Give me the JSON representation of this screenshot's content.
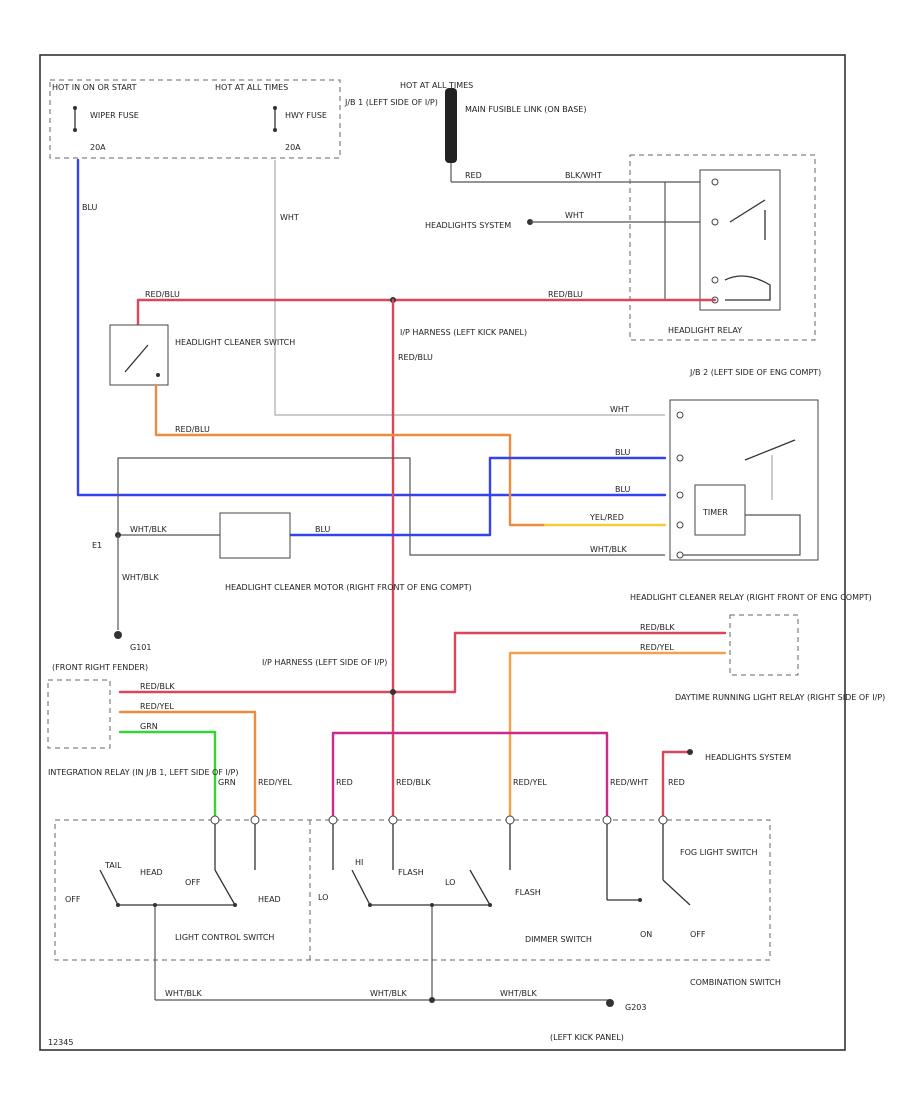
{
  "labels": {
    "hot_run_start": "HOT IN ON OR START",
    "hot_at_all_times_top": "HOT AT ALL TIMES",
    "wiper_fuse": "WIPER FUSE",
    "wiper_fuse_amp": "20A",
    "hwy_fuse": "HWY FUSE",
    "hwy_fuse_amp": "20A",
    "jb1": "J/B 1 (LEFT SIDE OF I/P)",
    "hot_at_all_times_main": "HOT AT ALL TIMES",
    "main_fusible_link": "MAIN FUSIBLE LINK (ON BASE)",
    "headlights_system_top": "HEADLIGHTS SYSTEM",
    "headlight_relay": "HEADLIGHT RELAY",
    "headlight_cleaner_switch": "HEADLIGHT CLEANER SWITCH",
    "ip_harness_left_kick": "I/P HARNESS (LEFT KICK PANEL)",
    "jb2": "J/B 2 (LEFT SIDE OF ENG COMPT)",
    "timer": "TIMER",
    "headlight_cleaner_motor": "HEADLIGHT CLEANER MOTOR (RIGHT FRONT OF ENG COMPT)",
    "headlight_cleaner_relay": "HEADLIGHT CLEANER RELAY (RIGHT FRONT OF ENG COMPT)",
    "ground_c101": "G101",
    "front_right_fender": "(FRONT RIGHT FENDER)",
    "ip_harness_left_side": "I/P HARNESS (LEFT SIDE OF I/P)",
    "drl_relay": "DAYTIME RUNNING LIGHT RELAY (RIGHT SIDE OF I/P)",
    "integration_relay": "INTEGRATION RELAY (IN J/B 1, LEFT SIDE OF I/P)",
    "headlights_system_bottom": "HEADLIGHTS SYSTEM",
    "light_control_switch": "LIGHT CONTROL SWITCH",
    "dimmer_switch": "DIMMER SWITCH",
    "fog_light_switch": "FOG LIGHT SWITCH",
    "combination_switch": "COMBINATION SWITCH",
    "ground_g203": "G203",
    "left_kick_panel": "(LEFT KICK PANEL)",
    "off_1": "OFF",
    "head_1": "HEAD",
    "off_2": "OFF",
    "tail": "TAIL",
    "head_2": "HEAD",
    "lo_1": "LO",
    "flash_1": "FLASH",
    "lo_2": "LO",
    "flash_2": "FLASH",
    "hi": "HI",
    "on": "ON",
    "off_fog": "OFF",
    "e1": "E1",
    "figure_id": "12345"
  },
  "wire_labels": {
    "blu_wiper": "BLU",
    "wht_hwy": "WHT",
    "main_link": "RED",
    "blk_hp": "BLK/WHT",
    "wht_ea": "WHT",
    "red_blk_top": "RED/BLU",
    "red_blk_right": "RED/BLU",
    "red_blk_vert": "RED/BLU",
    "red_blk_cleaner": "RED/BLU",
    "wht_jb2": "WHT",
    "blu_jb2": "BLU",
    "blu_jb2b": "BLU",
    "yel_red": "YEL/RED",
    "wht_blk_jb2": "WHT/BLK",
    "wht_blk_motor": "WHT/BLK",
    "blu_motor": "BLU",
    "wht_blk_ground": "WHT/BLK",
    "red_blk_drl": "RED/BLK",
    "red_yel_drl": "RED/YEL",
    "red_blk_int": "RED/BLK",
    "red_yel_int": "RED/YEL",
    "grn_int": "GRN",
    "grn_v": "GRN",
    "red_v1": "RED/YEL",
    "red_v2": "RED",
    "red_v3": "RED/BLK",
    "red_v4": "RED/YEL",
    "red_v5": "RED/WHT",
    "red_v6": "RED",
    "wht_blk_b1": "WHT/BLK",
    "wht_blk_b2": "WHT/BLK",
    "wht_blk_b3": "WHT/BLK"
  },
  "colors": {
    "red": "#d9475a",
    "blue": "#3344ee",
    "orange": "#f08a3c",
    "yellow": "#f5cc3a",
    "green": "#33d633",
    "magenta": "#cc2a8c",
    "black": "#555555",
    "gray": "#999999"
  }
}
